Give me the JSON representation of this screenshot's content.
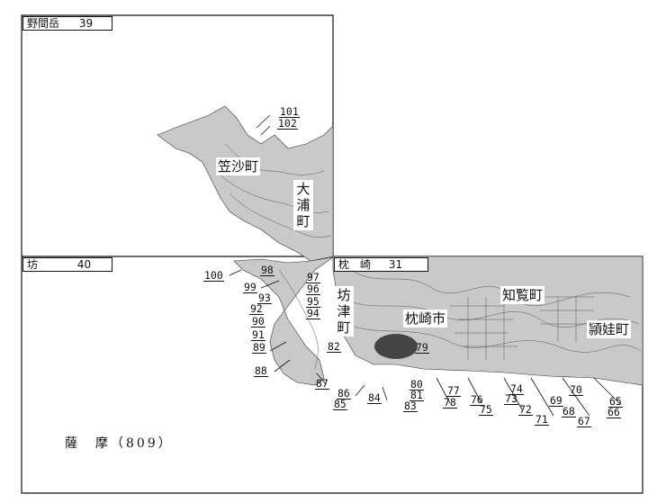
{
  "sheets": [
    {
      "name": "野間岳",
      "number": "39"
    },
    {
      "name": "坊",
      "number": "40"
    },
    {
      "name": "枕　崎",
      "number": "31"
    }
  ],
  "places": {
    "kasasa": "笠沙町",
    "oura": "大浦町",
    "bonotsu": "坊津町",
    "makurazaki": "枕崎市",
    "chiran": "知覧町",
    "ei": "頴娃町"
  },
  "region": "薩　摩（809）",
  "points": [
    "101",
    "102",
    "100",
    "98",
    "97",
    "96",
    "99",
    "93",
    "95",
    "92",
    "94",
    "90",
    "91",
    "89",
    "88",
    "87",
    "86",
    "85",
    "84",
    "83",
    "82",
    "79",
    "80",
    "81",
    "77",
    "78",
    "76",
    "75",
    "74",
    "73",
    "72",
    "71",
    "70",
    "69",
    "68",
    "67",
    "65",
    "66"
  ]
}
